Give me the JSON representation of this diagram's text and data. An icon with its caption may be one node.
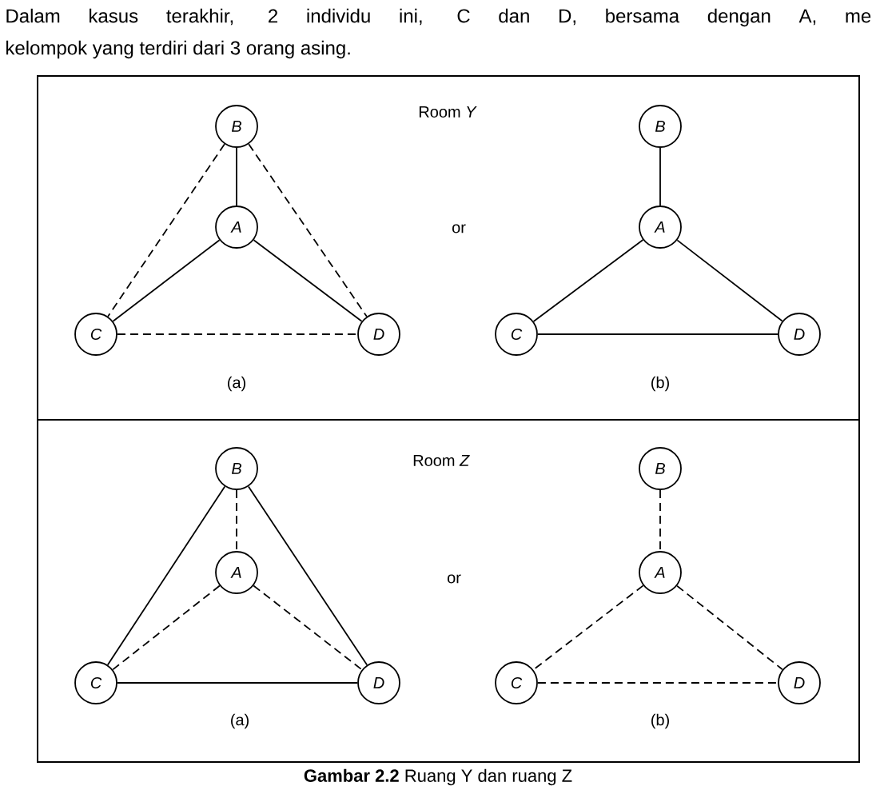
{
  "diagram": {
    "caption": "**Gambar 2.2** Ruang Y dan ruang Z",
    "nodes": [
      {
        "text": [
          "Room *Y*"
        ]
      },
      {
        "text": [
          "B"
        ],
        "in": 0
      },
      {
        "text": [
          "A"
        ],
        "in": 0
      },
      {
        "text": [
          "C"
        ],
        "in": 0
      },
      {
        "text": [
          "D"
        ],
        "in": 0
      },
      {
        "text": [
          "B"
        ],
        "in": 0
      },
      {
        "text": [
          "A"
        ],
        "in": 0
      },
      {
        "text": [
          "C"
        ],
        "in": 0
      },
      {
        "text": [
          "D"
        ],
        "in": 0
      },
      {
        "text": [
          "Room *Z*"
        ]
      },
      {
        "text": [
          "B"
        ],
        "in": 9
      },
      {
        "text": [
          "A"
        ],
        "in": 9
      },
      {
        "text": [
          "C"
        ],
        "in": 9
      },
      {
        "text": [
          "D"
        ],
        "in": 9
      },
      {
        "text": [
          "B"
        ],
        "in": 9
      },
      {
        "text": [
          "A"
        ],
        "in": 9
      },
      {
        "text": [
          "C"
        ],
        "in": 9
      },
      {
        "text": [
          "D"
        ],
        "in": 9
      }
    ],
    "edges": [
      {
        "from": 1,
        "to": 2,
        "arrow": "none"
      },
      {
        "from": 1,
        "to": 3,
        "arrow": "none",
        "style": "dashed"
      },
      {
        "from": 1,
        "to": 4,
        "arrow": "none",
        "style": "dashed"
      },
      {
        "from": 2,
        "to": 3,
        "arrow": "none"
      },
      {
        "from": 2,
        "to": 4,
        "arrow": "none"
      },
      {
        "from": 3,
        "to": 4,
        "arrow": "none",
        "style": "dashed"
      },
      {
        "from": 5,
        "to": 6,
        "arrow": "none"
      },
      {
        "from": 6,
        "to": 7,
        "arrow": "none"
      },
      {
        "from": 6,
        "to": 8,
        "arrow": "none"
      },
      {
        "from": 7,
        "to": 8,
        "arrow": "none"
      },
      {
        "from": 10,
        "to": 11,
        "arrow": "none",
        "style": "dashed"
      },
      {
        "from": 10,
        "to": 12,
        "arrow": "none"
      },
      {
        "from": 10,
        "to": 13,
        "arrow": "none"
      },
      {
        "from": 11,
        "to": 12,
        "arrow": "none",
        "style": "dashed"
      },
      {
        "from": 11,
        "to": 13,
        "arrow": "none",
        "style": "dashed"
      },
      {
        "from": 12,
        "to": 13,
        "arrow": "none"
      },
      {
        "from": 14,
        "to": 15,
        "arrow": "none",
        "style": "dashed"
      },
      {
        "from": 15,
        "to": 16,
        "arrow": "none",
        "style": "dashed"
      },
      {
        "from": 15,
        "to": 17,
        "arrow": "none",
        "style": "dashed"
      },
      {
        "from": 16,
        "to": 17,
        "arrow": "none",
        "style": "dashed"
      }
    ],
    "labels": [
      "Dalam kasus terakhir, 2 individu ini, C dan D, bersama dengan A, me",
      "kelompok yang terdiri dari 3 orang asing.",
      "or",
      "(a)",
      "(b)",
      "or",
      "(a)",
      "(b)"
    ]
  }
}
